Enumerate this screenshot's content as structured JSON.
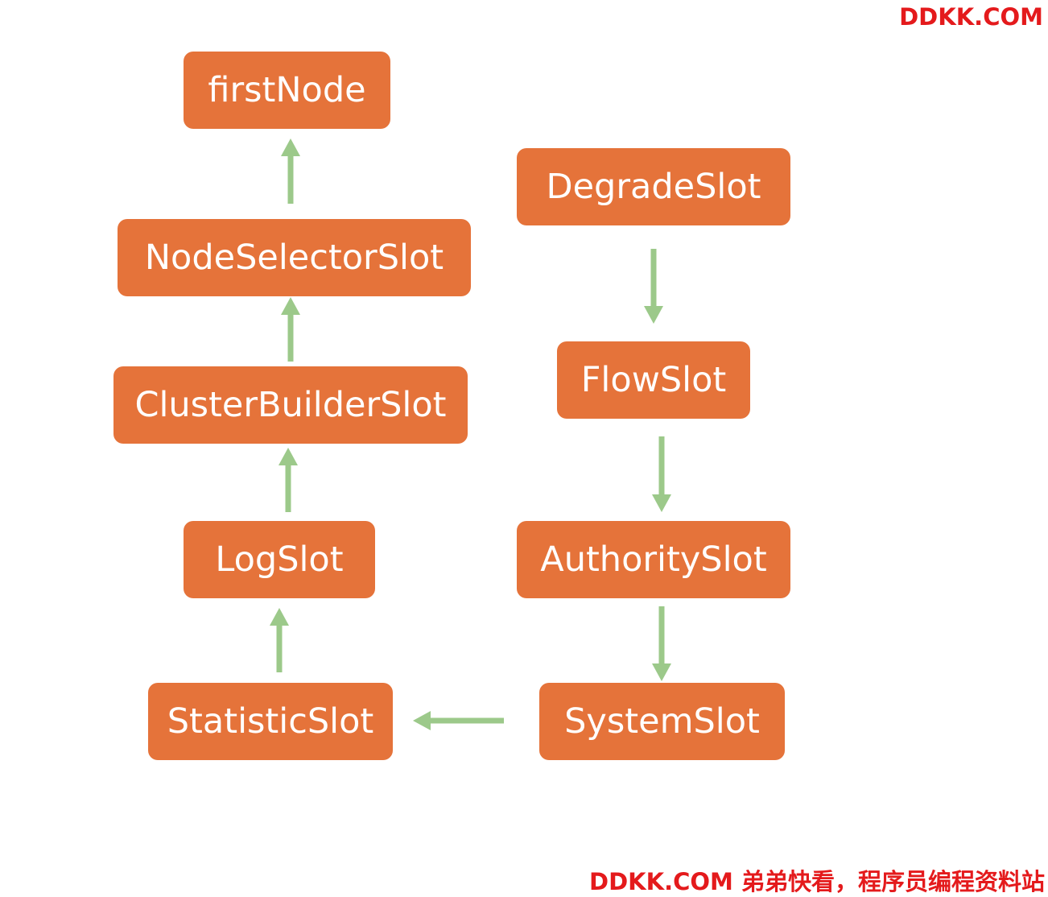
{
  "colors": {
    "node_fill": "#e5733a",
    "node_text": "#ffffff",
    "arrow": "#9cc98a",
    "watermark": "#e41a1c"
  },
  "watermark": {
    "top": "DDKK.COM",
    "bottom": "DDKK.COM 弟弟快看，程序员编程资料站"
  },
  "nodes": {
    "firstnode": "firstNode",
    "nodeselector": "NodeSelectorSlot",
    "clusterbuilder": "ClusterBuilderSlot",
    "logslot": "LogSlot",
    "statisticslot": "StatisticSlot",
    "degradeslot": "DegradeSlot",
    "flowslot": "FlowSlot",
    "authorityslot": "AuthoritySlot",
    "systemslot": "SystemSlot"
  },
  "edges": [
    {
      "from": "DegradeSlot",
      "to": "FlowSlot"
    },
    {
      "from": "FlowSlot",
      "to": "AuthoritySlot"
    },
    {
      "from": "AuthoritySlot",
      "to": "SystemSlot"
    },
    {
      "from": "SystemSlot",
      "to": "StatisticSlot"
    },
    {
      "from": "StatisticSlot",
      "to": "LogSlot"
    },
    {
      "from": "LogSlot",
      "to": "ClusterBuilderSlot"
    },
    {
      "from": "ClusterBuilderSlot",
      "to": "NodeSelectorSlot"
    },
    {
      "from": "NodeSelectorSlot",
      "to": "firstNode"
    }
  ]
}
